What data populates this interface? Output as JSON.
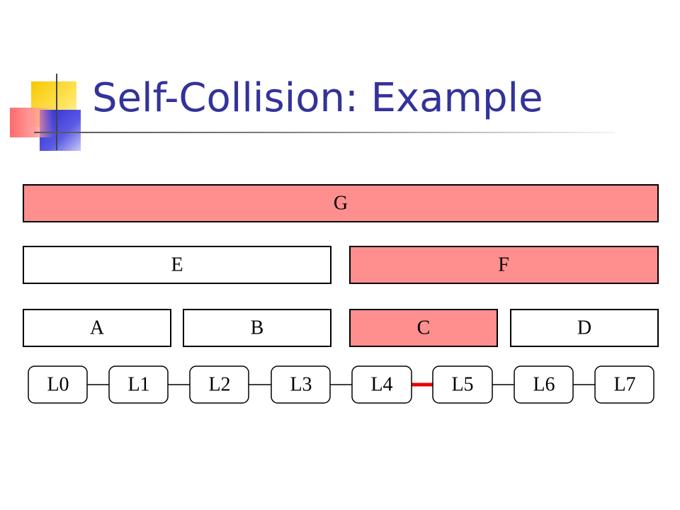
{
  "slide": {
    "title": "Self-Collision: Example"
  },
  "colors": {
    "title": "#33339a",
    "highlight_fill": "#ff8f8f",
    "normal_fill": "#ffffff",
    "collision_link": "#e80000"
  },
  "diagram": {
    "level3": [
      {
        "label": "G",
        "highlighted": true
      }
    ],
    "level2": [
      {
        "label": "E",
        "highlighted": false
      },
      {
        "label": "F",
        "highlighted": true
      }
    ],
    "level1": [
      {
        "label": "A",
        "highlighted": false
      },
      {
        "label": "B",
        "highlighted": false
      },
      {
        "label": "C",
        "highlighted": true
      },
      {
        "label": "D",
        "highlighted": false
      }
    ],
    "links": [
      {
        "label": "L0"
      },
      {
        "label": "L1"
      },
      {
        "label": "L2"
      },
      {
        "label": "L3"
      },
      {
        "label": "L4"
      },
      {
        "label": "L5"
      },
      {
        "label": "L6"
      },
      {
        "label": "L7"
      }
    ],
    "collision_between": [
      "L4",
      "L5"
    ]
  }
}
